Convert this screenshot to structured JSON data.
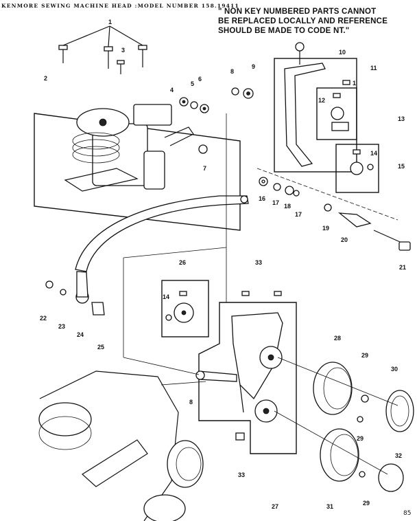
{
  "header": {
    "title": "KENMORE SEWING MACHINE HEAD :MODEL NUMBER 158.19411"
  },
  "note": {
    "line1": "\" NON KEY NUMBERED PARTS CANNOT",
    "line2": "BE REPLACED LOCALLY AND REFERENCE",
    "line3": "SHOULD BE MADE TO CODE NT.\""
  },
  "callouts": {
    "c1": "1",
    "c1b": "1",
    "c2": "2",
    "c3": "3",
    "c4": "4",
    "c5": "5",
    "c6": "6",
    "c7": "7",
    "c8": "8",
    "c8b": "8",
    "c9": "9",
    "c10": "10",
    "c11": "11",
    "c12": "12",
    "c13": "13",
    "c14": "14",
    "c14b": "14",
    "c15": "15",
    "c16": "16",
    "c17": "17",
    "c17b": "17",
    "c18": "18",
    "c19": "19",
    "c20": "20",
    "c21": "21",
    "c22": "22",
    "c23": "23",
    "c24": "24",
    "c25": "25",
    "c26": "26",
    "c27": "27",
    "c28": "28",
    "c29": "29",
    "c29b": "29",
    "c29c": "29",
    "c30": "30",
    "c31": "31",
    "c32": "32",
    "c33": "33",
    "c33b": "33"
  },
  "footer": {
    "page_code": "85"
  }
}
